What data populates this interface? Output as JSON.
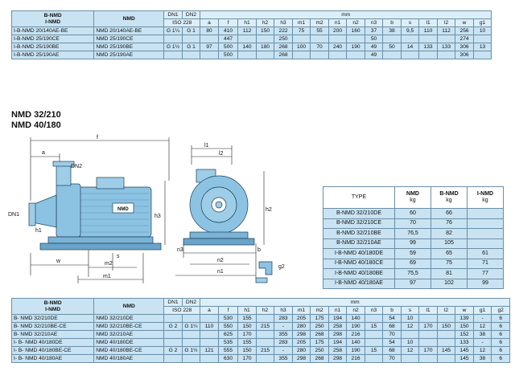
{
  "top_table": {
    "head": {
      "series": "B-NMD",
      "series2": "I-NMD",
      "type": "NMD",
      "dn1": "DN1",
      "dn2": "DN2",
      "iso": "ISO 228",
      "mm": "mm"
    },
    "dims": [
      "a",
      "f",
      "h1",
      "h2",
      "h3",
      "m1",
      "m2",
      "n1",
      "n2",
      "n3",
      "b",
      "s",
      "l1",
      "l2",
      "w",
      "g1"
    ],
    "rows": [
      {
        "codes": "I-B-NMD 20/140AE-BE",
        "model": "NMD 20/140AE-BE",
        "dn1": "G 1¼",
        "dn2": "G 1",
        "vals": [
          "80",
          "410",
          "112",
          "150",
          "222",
          "75",
          "55",
          "200",
          "160",
          "37",
          "38",
          "9,5",
          "110",
          "112",
          "256",
          "10"
        ]
      },
      {
        "codes": "I-B-NMD 25/190CE",
        "model": "NMD 25/190CE",
        "dn1": "",
        "dn2": "",
        "vals": [
          "",
          "447",
          "",
          "",
          "250",
          "",
          "",
          "",
          "",
          "50",
          "",
          "",
          "",
          "",
          "274",
          ""
        ]
      },
      {
        "codes": "I-B-NMD 25/190BE",
        "model": "NMD 25/190BE",
        "dn1": "G 1½",
        "dn2": "G 1",
        "vals": [
          "97",
          "500",
          "140",
          "180",
          "268",
          "100",
          "70",
          "240",
          "190",
          "49",
          "50",
          "14",
          "133",
          "133",
          "306",
          "13"
        ]
      },
      {
        "codes": "I-B-NMD 25/190AE",
        "model": "NMD 25/190AE",
        "dn1": "",
        "dn2": "",
        "vals": [
          "",
          "500",
          "",
          "",
          "268",
          "",
          "",
          "",
          "",
          "49",
          "",
          "",
          "",
          "",
          "306",
          ""
        ]
      }
    ]
  },
  "section": {
    "title1": "NMD 32/210",
    "title2": "NMD 40/180"
  },
  "drawing_labels": {
    "a": "a",
    "f": "f",
    "dn2": "DN2",
    "dn1": "DN1",
    "h1": "h1",
    "h3": "h3",
    "w": "w",
    "m2": "m2",
    "m1": "m1",
    "s": "s",
    "n3": "n3",
    "b": "b",
    "l1": "l1",
    "l2": "l2",
    "h2": "h2",
    "n2": "n2",
    "n1": "n1",
    "g2": "g2",
    "plate": "NMD"
  },
  "weight_table": {
    "head": {
      "type": "TYPE",
      "nmd": "NMD",
      "bnmd": "B-NMD",
      "inmd": "I-NMD",
      "unit": "kg"
    },
    "rows": [
      {
        "type": "B-NMD 32/210DE",
        "nmd": "60",
        "bnmd": "66",
        "inmd": ""
      },
      {
        "type": "B-NMD 32/210CE",
        "nmd": "70",
        "bnmd": "76",
        "inmd": ""
      },
      {
        "type": "B-NMD 32/210BE",
        "nmd": "76,5",
        "bnmd": "82",
        "inmd": ""
      },
      {
        "type": "B-NMD 32/210AE",
        "nmd": "99",
        "bnmd": "105",
        "inmd": ""
      },
      {
        "type": "I-B-NMD 40/180DE",
        "nmd": "59",
        "bnmd": "65",
        "inmd": "61"
      },
      {
        "type": "I-B-NMD 40/180CE",
        "nmd": "69",
        "bnmd": "75",
        "inmd": "71"
      },
      {
        "type": "I-B-NMD 40/180BE",
        "nmd": "75,5",
        "bnmd": "81",
        "inmd": "77"
      },
      {
        "type": "I-B-NMD 40/180AE",
        "nmd": "97",
        "bnmd": "102",
        "inmd": "99"
      }
    ]
  },
  "bottom_table": {
    "head": {
      "series": "B-NMD",
      "series2": "I-NMD",
      "type": "NMD",
      "dn1": "DN1",
      "dn2": "DN2",
      "iso": "ISO 228",
      "mm": "mm"
    },
    "dims": [
      "a",
      "f",
      "h1",
      "h2",
      "h3",
      "m1",
      "m2",
      "n1",
      "n2",
      "n3",
      "b",
      "s",
      "l1",
      "l2",
      "w",
      "g1",
      "g2"
    ],
    "rows": [
      {
        "codes": "B- NMD 32/210DE",
        "model": "NMD 32/210DE",
        "dn1": "",
        "dn2": "",
        "vals": [
          "",
          "530",
          "155",
          "",
          "283",
          "205",
          "175",
          "194",
          "140",
          "",
          "54",
          "10",
          "",
          "",
          "139",
          "-",
          "6"
        ]
      },
      {
        "codes": "B- NMD 32/210BE-CE",
        "model": "NMD 32/210BE-CE",
        "dn1": "G 2",
        "dn2": "G 1¼",
        "vals": [
          "110",
          "550",
          "150",
          "215",
          "-",
          "280",
          "250",
          "258",
          "190",
          "15",
          "68",
          "12",
          "170",
          "150",
          "150",
          "12",
          "6"
        ]
      },
      {
        "codes": "B- NMD 32/210AE",
        "model": "NMD 32/210AE",
        "dn1": "",
        "dn2": "",
        "vals": [
          "",
          "625",
          "170",
          "",
          "355",
          "298",
          "268",
          "298",
          "216",
          "",
          "70",
          "",
          "",
          "",
          "152",
          "38",
          "6"
        ]
      },
      {
        "codes": "I- B- NMD 40/180DE",
        "model": "NMD 40/180DE",
        "dn1": "",
        "dn2": "",
        "vals": [
          "",
          "535",
          "155",
          "",
          "283",
          "205",
          "175",
          "194",
          "140",
          "",
          "54",
          "10",
          "",
          "",
          "133",
          "-",
          "6"
        ]
      },
      {
        "codes": "I- B- NMD 40/180BE-CE",
        "model": "NMD 40/180BE-CE",
        "dn1": "G 2",
        "dn2": "G 1½",
        "vals": [
          "121",
          "555",
          "150",
          "215",
          "-",
          "280",
          "250",
          "258",
          "190",
          "15",
          "68",
          "12",
          "170",
          "145",
          "145",
          "12",
          "6"
        ]
      },
      {
        "codes": "I- B- NMD 40/180AE",
        "model": "NMD 40/180AE",
        "dn1": "",
        "dn2": "",
        "vals": [
          "",
          "630",
          "170",
          "",
          "355",
          "298",
          "268",
          "298",
          "216",
          "",
          "70",
          "",
          "",
          "",
          "145",
          "38",
          "6"
        ]
      }
    ]
  },
  "colors": {
    "header": "#c9e3f2",
    "row": "#c9e3f2",
    "line": "#6a8fa8",
    "pump": "#8cc3e3"
  }
}
